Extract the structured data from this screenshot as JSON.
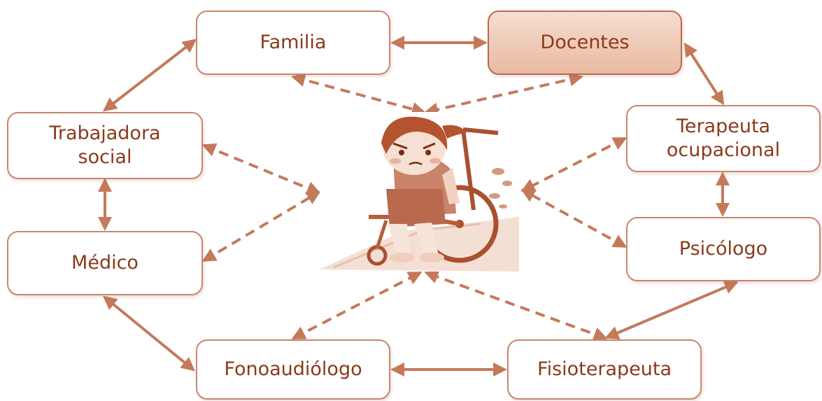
{
  "roles": {
    "familia": "Familia",
    "docentes": "Docentes",
    "trabajadora_social": "Trabajadora\nsocial",
    "medico": "Médico",
    "terapeuta_ocupacional": "Terapeuta\nocupacional",
    "psicologo": "Psicólogo",
    "fonoaudiologo": "Fonoaudiólogo",
    "fisioterapeuta": "Fisioterapeuta"
  },
  "colors": {
    "line": "#c47a5a",
    "text": "#8a3a1c",
    "box_border": "#c9876a",
    "highlight_fill": "#eabfa9"
  },
  "center_icon": "child-in-wheelchair-icon"
}
